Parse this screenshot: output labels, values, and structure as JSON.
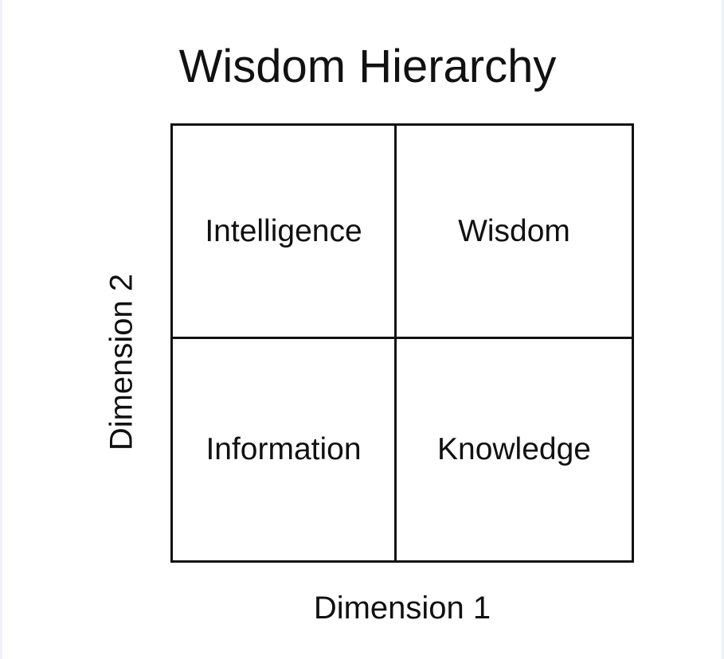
{
  "diagram": {
    "title": "Wisdom Hierarchy",
    "x_axis_label": "Dimension 1",
    "y_axis_label": "Dimension 2",
    "quadrants": {
      "top_left": "Intelligence",
      "top_right": "Wisdom",
      "bottom_left": "Information",
      "bottom_right": "Knowledge"
    }
  },
  "colors": {
    "background": "#ffffff",
    "line": "#111111",
    "text": "#111111"
  }
}
